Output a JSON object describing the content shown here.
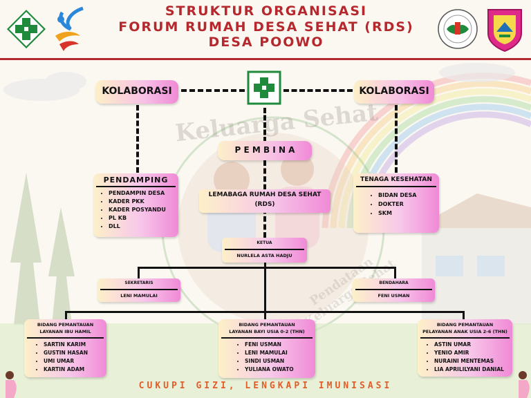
{
  "header": {
    "title_line1": "STRUKTUR ORGANISASI",
    "title_line2": "FORUM RUMAH DESA SEHAT (RDS)",
    "title_line3": "DESA POOWO"
  },
  "watermark": {
    "text1": "Keluarga Sehat",
    "text2": "Pendataan Keluarga Sehat"
  },
  "nodes": {
    "kolaborasi_left": "KOLABORASI",
    "kolaborasi_right": "KOLABORASI",
    "pembina": "P E M B I N A",
    "pendamping": {
      "title": "PENDAMPING",
      "items": [
        "PENDAMPIN DESA",
        "KADER PKK",
        "KADER POSYANDU",
        "PL KB",
        "DLL"
      ]
    },
    "lembaga": {
      "line1": "LEMABAGA RUMAH DESA SEHAT",
      "line2": "(RDS)"
    },
    "tenaga": {
      "title": "TENAGA KESEHATAN",
      "items": [
        "BIDAN DESA",
        "DOKTER",
        "SKM"
      ]
    },
    "ketua": {
      "role": "KETUA",
      "name": "NURLELA ASTA HADJU"
    },
    "sekretaris": {
      "role": "SEKRETARIS",
      "name": "LENI MAMULAI"
    },
    "bendahara": {
      "role": "BENDAHARA",
      "name": "FENI USMAN"
    },
    "bidang_ibu": {
      "title1": "BIDANG PEMANTAUAN",
      "title2": "LAYANAN IBU HAMIL",
      "items": [
        "SARTIN KARIM",
        "GUSTIN HASAN",
        "UMI UMAR",
        "KARTIN ADAM"
      ]
    },
    "bidang_bayi": {
      "title1": "BIDANG PEMANTAUAN",
      "title2": "LAYANAN BAYI USIA 0-2 (THN)",
      "items": [
        "FENI USMAN",
        "LENI MAMULAI",
        "SINDI USMAN",
        "YULIANA OWATO"
      ]
    },
    "bidang_anak": {
      "title1": "BIDANG PEMANTAUAN",
      "title2": "PELAYANAN ANAK USIA 2-6 (THN)",
      "items": [
        "ASTIN UMAR",
        "YENIO AMIR",
        "NURAINI MENTEMAS",
        "LIA APRILILYANI DANIAL"
      ]
    }
  },
  "footer": "CUKUPI GIZI, LENGKAPI IMUNISASI",
  "colors": {
    "title": "#b5282e",
    "green_cross": "#1f8a3b",
    "footer": "#e35d2b",
    "pill_start": "#fdf0c8",
    "pill_end": "#f08ad6"
  }
}
